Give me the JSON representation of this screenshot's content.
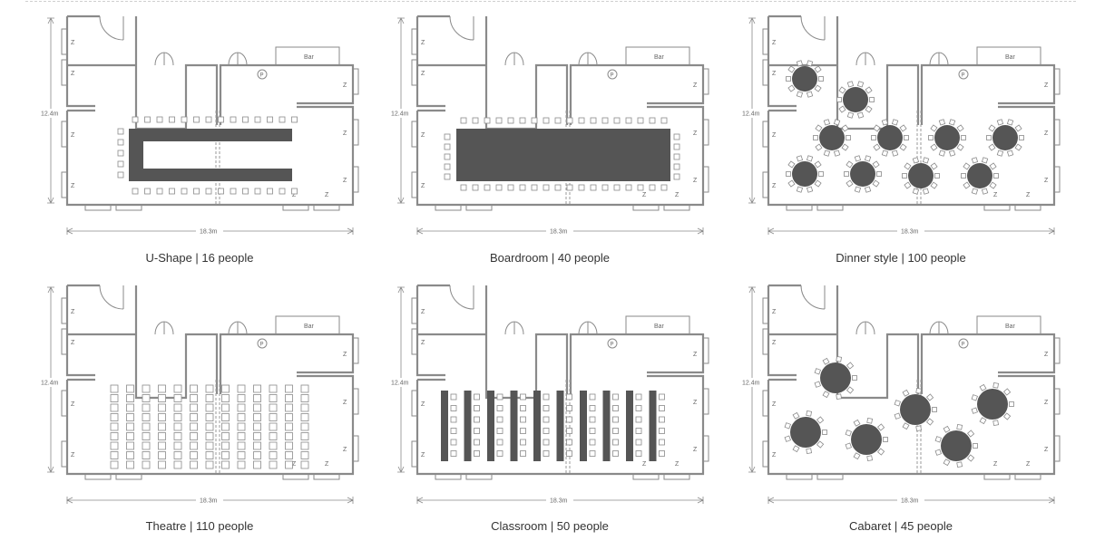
{
  "labels": {
    "height": "12.4m",
    "width": "18.3m",
    "bar": "Bar",
    "pillar": "P",
    "zone": "Z"
  },
  "colors": {
    "wall": "#8a8a8a",
    "table": "#555555"
  },
  "layouts": [
    {
      "id": "u-shape",
      "caption": "U-Shape | 16 people"
    },
    {
      "id": "boardroom",
      "caption": "Boardroom | 40 people"
    },
    {
      "id": "dinner",
      "caption": "Dinner style | 100 people"
    },
    {
      "id": "theatre",
      "caption": "Theatre | 110 people"
    },
    {
      "id": "classroom",
      "caption": "Classroom | 50 people"
    },
    {
      "id": "cabaret",
      "caption": "Cabaret | 45 people"
    }
  ]
}
